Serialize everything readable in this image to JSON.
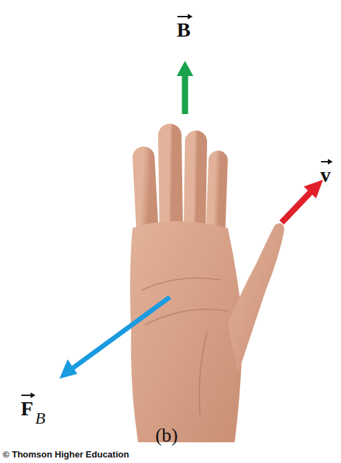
{
  "diagram": {
    "labels": [
      "B",
      "v",
      "F",
      "B",
      "(b)",
      "© Thomson Higher Education"
    ]
  }
}
